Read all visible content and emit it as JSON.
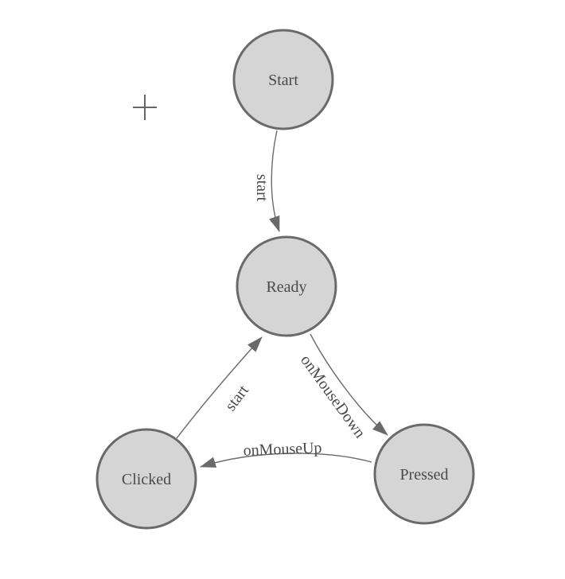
{
  "palette": {
    "background": "#ffffff",
    "node_fill": "#d5d5d5",
    "node_stroke": "#6a6a6a",
    "edge_color": "#6a6a6a",
    "label_color": "#4a4a4a"
  },
  "origin_marker": {
    "icon": "plus-crosshair"
  },
  "diagram": {
    "type": "finite-state-machine",
    "nodes": [
      {
        "id": "start",
        "label": "Start"
      },
      {
        "id": "ready",
        "label": "Ready"
      },
      {
        "id": "clicked",
        "label": "Clicked"
      },
      {
        "id": "pressed",
        "label": "Pressed"
      }
    ],
    "edges": [
      {
        "from": "start",
        "to": "ready",
        "label": "start"
      },
      {
        "from": "ready",
        "to": "pressed",
        "label": "onMouseDown"
      },
      {
        "from": "pressed",
        "to": "clicked",
        "label": "onMouseUp"
      },
      {
        "from": "clicked",
        "to": "ready",
        "label": "start"
      }
    ]
  }
}
